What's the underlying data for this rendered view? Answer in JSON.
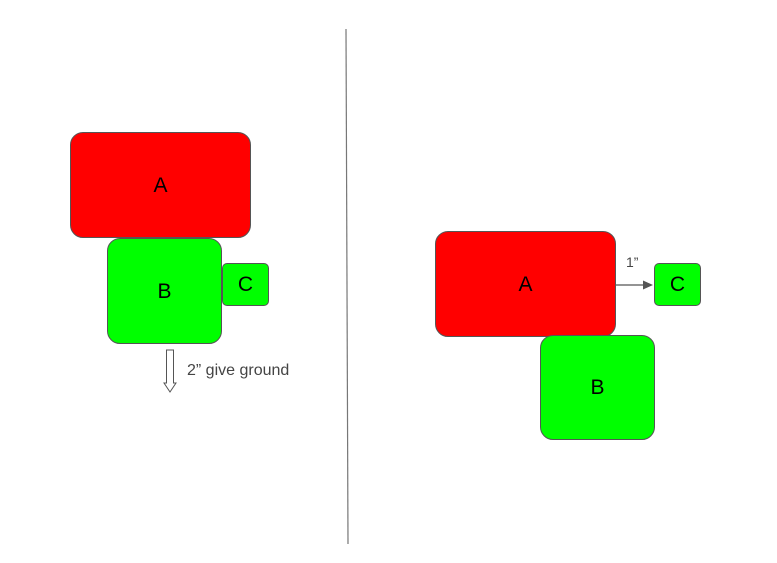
{
  "diagram": {
    "left_panel": {
      "box_a_label": "A",
      "box_b_label": "B",
      "box_c_label": "C",
      "movement_arrow_icon": "down-arrow-icon",
      "movement_label": "2” give ground"
    },
    "right_panel": {
      "box_a_label": "A",
      "box_b_label": "B",
      "box_c_label": "C",
      "movement_arrow_icon": "right-arrow-icon",
      "distance_label": "1”"
    },
    "colors": {
      "box_a": "#ff0000",
      "box_b": "#00ff00",
      "box_c": "#00ff00",
      "box_border": "#555555",
      "divider": "#777777",
      "arrow": "#555555"
    }
  }
}
